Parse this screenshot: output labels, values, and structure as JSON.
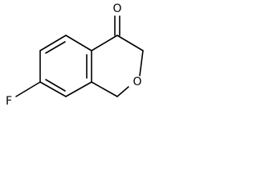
{
  "molecule": {
    "atoms": {
      "oxygen_carbonyl": "O",
      "oxygen_ring": "O",
      "fluorine": "F"
    }
  }
}
